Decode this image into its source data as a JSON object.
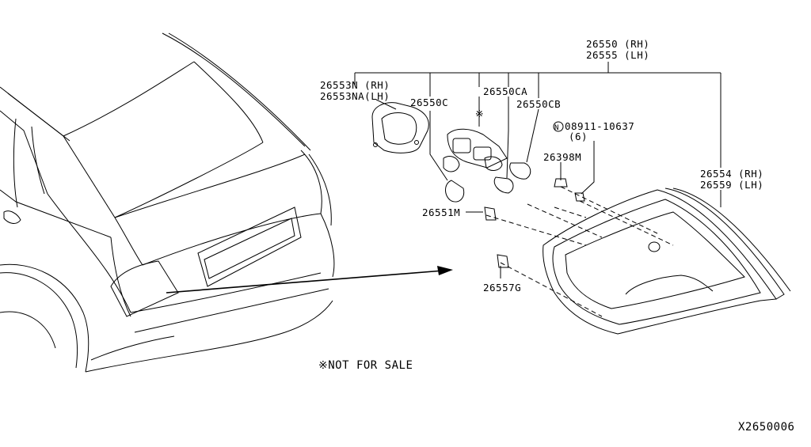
{
  "labels": {
    "p26550_rh": "26550 (RH)",
    "p26555_lh": "26555 (LH)",
    "p26553n_rh": "26553N (RH)",
    "p26553na_lh": "26553NA(LH)",
    "p26550c": "26550C",
    "p26550ca": "26550CA",
    "p26550cb": "26550CB",
    "p08911_n": "N",
    "p08911": "08911-10637",
    "p08911_qty": "(6)",
    "p26398m": "26398M",
    "p26554_rh": "26554 (RH)",
    "p26559_lh": "26559 (LH)",
    "p26551m": "26551M",
    "p26557g": "26557G",
    "not_for_sale_mark": "※",
    "not_for_sale": "※NOT FOR SALE",
    "diagram_id": "X2650006"
  }
}
